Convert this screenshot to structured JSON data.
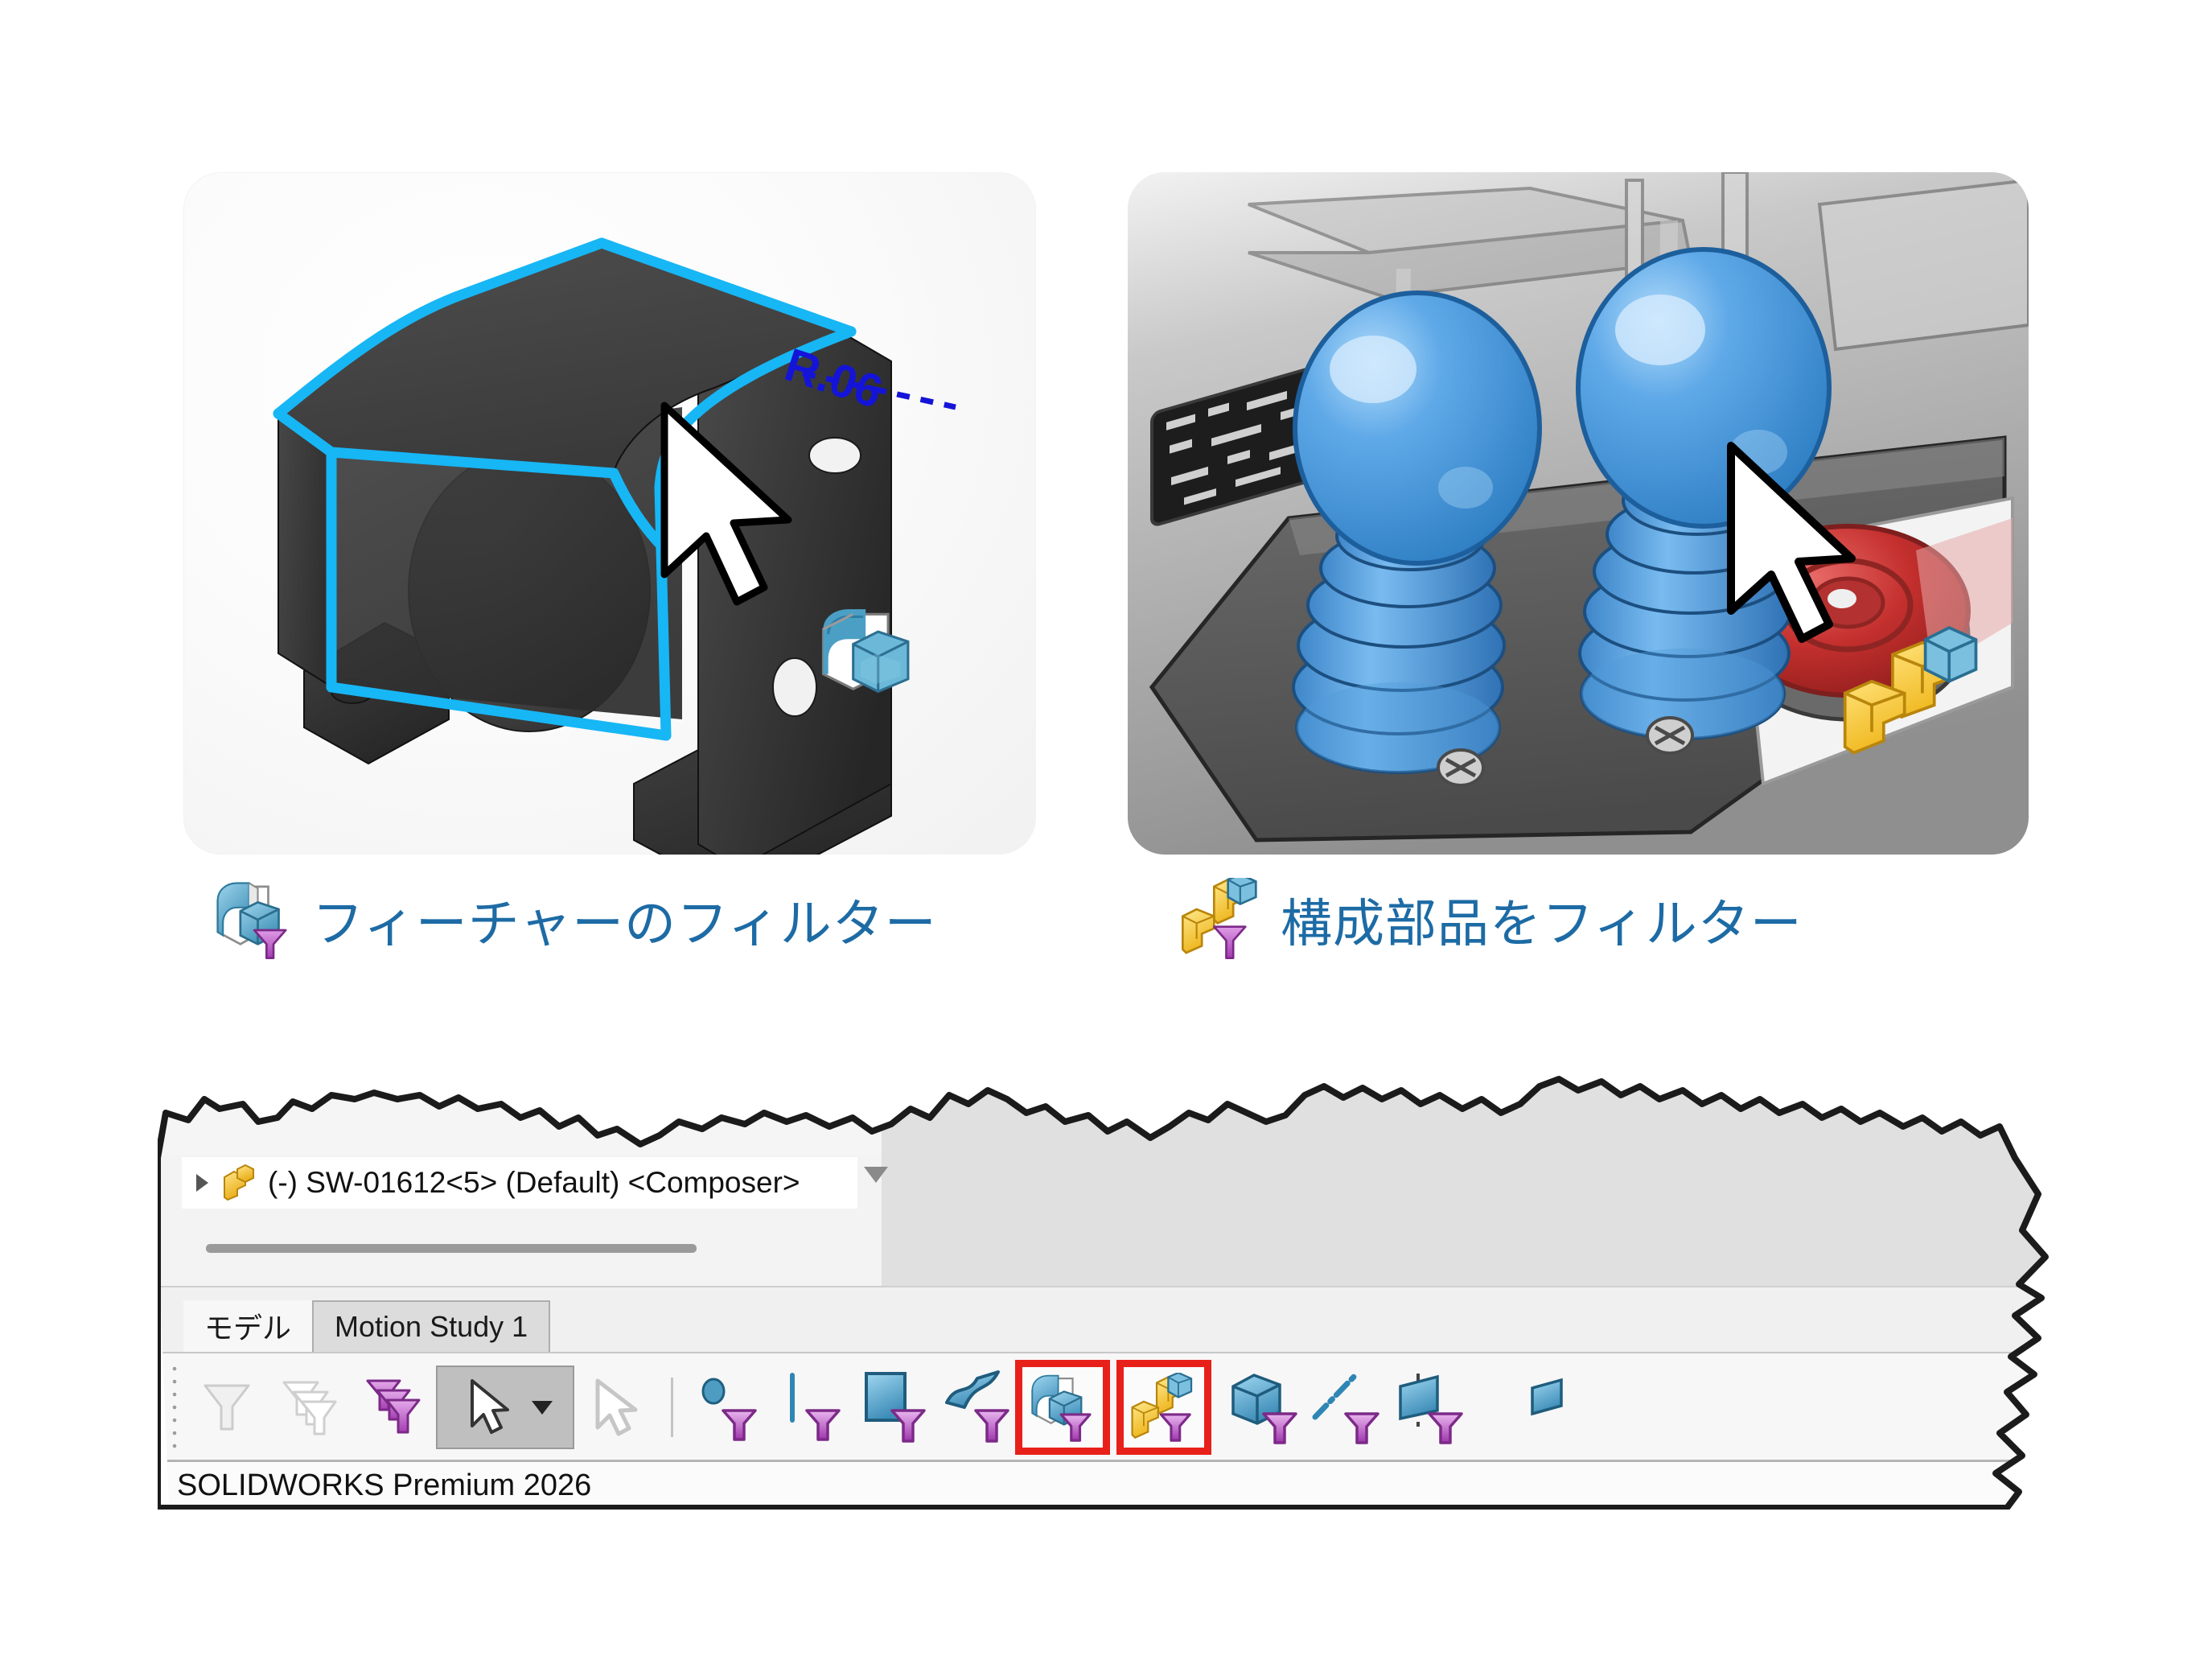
{
  "panels": [
    {
      "id": "feature-filter",
      "caption": "フィーチャーのフィルター",
      "icon": "filter-features-icon",
      "annotation": "R.06",
      "scene_description": "dark-grey-bracket-with-highlighted-fillet-edges"
    },
    {
      "id": "component-filter",
      "caption": "構成部品をフィルター",
      "icon": "filter-components-icon",
      "scene_description": "machine-console-with-blue-joystick-levers-and-red-estop"
    }
  ],
  "caption_color": "#1d6ba5",
  "highlight_box_color": "#e8201a",
  "solidworks": {
    "tree": {
      "item_label": "(-) SW-01612<5> (Default) <Composer>",
      "expand_arrow": "expand-arrow-icon",
      "dropdown": "chevron-down-icon"
    },
    "tabs": [
      {
        "label": "モデル",
        "active": true
      },
      {
        "label": "Motion Study 1",
        "active": false
      }
    ],
    "toolbar": {
      "grip": "toolbar-grip",
      "buttons": [
        {
          "name": "filter-all-button",
          "icon": "filter-icon",
          "state": "disabled",
          "boxed": false
        },
        {
          "name": "clear-all-filters-button",
          "icon": "filter-clear-icon",
          "state": "disabled",
          "boxed": false
        },
        {
          "name": "toggle-selection-filters-button",
          "icon": "filter-multi-icon",
          "state": "enabled",
          "boxed": false
        },
        {
          "name": "select-tool-button",
          "icon": "arrow-cursor-icon",
          "state": "selected",
          "boxed": false
        },
        {
          "name": "select-over-geometry-button",
          "icon": "arrow-cursor-dim-icon",
          "state": "disabled",
          "boxed": false
        },
        {
          "name": "filter-vertices-button",
          "icon": "filter-vertex-icon",
          "state": "enabled",
          "boxed": false
        },
        {
          "name": "filter-edges-button",
          "icon": "filter-edge-icon",
          "state": "enabled",
          "boxed": false
        },
        {
          "name": "filter-faces-button",
          "icon": "filter-face-icon",
          "state": "enabled",
          "boxed": false
        },
        {
          "name": "filter-surfaces-button",
          "icon": "filter-surface-icon",
          "state": "enabled",
          "boxed": false
        },
        {
          "name": "filter-features-button",
          "icon": "filter-features-icon",
          "state": "enabled",
          "boxed": true
        },
        {
          "name": "filter-components-button",
          "icon": "filter-components-icon",
          "state": "enabled",
          "boxed": true
        },
        {
          "name": "filter-solid-bodies-button",
          "icon": "filter-solid-body-icon",
          "state": "enabled",
          "boxed": false
        },
        {
          "name": "filter-axes-button",
          "icon": "filter-axis-icon",
          "state": "enabled",
          "boxed": false
        },
        {
          "name": "filter-planes-button",
          "icon": "filter-plane-icon",
          "state": "enabled",
          "boxed": false
        }
      ]
    },
    "status_bar": {
      "text": "SOLIDWORKS Premium 2026"
    }
  }
}
